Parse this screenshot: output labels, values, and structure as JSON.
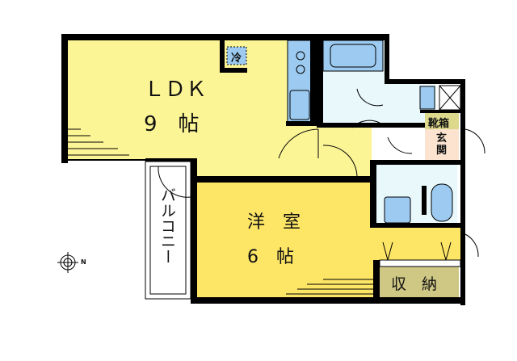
{
  "floor_plan": {
    "rooms": {
      "ldk": {
        "name": "ＬＤＫ",
        "size": "9　帖"
      },
      "western": {
        "name": "洋　室",
        "size": "6　帖"
      },
      "balcony": {
        "name": "バルコニー"
      },
      "storage": {
        "name": "収　納"
      },
      "entrance": {
        "name": "玄\n関"
      },
      "shoe_box": {
        "name": "靴箱"
      },
      "fridge": {
        "name": "冷"
      }
    },
    "compass": {
      "label": "N"
    },
    "colors": {
      "ldk": "#fcf596",
      "western": "#fde566",
      "water": "#e8f8fb",
      "fixture": "#9ccaf0",
      "storage": "#cfc784",
      "shoe_box": "#dcd88c",
      "entrance": "#fbe3cf",
      "wall": "#000000"
    }
  }
}
